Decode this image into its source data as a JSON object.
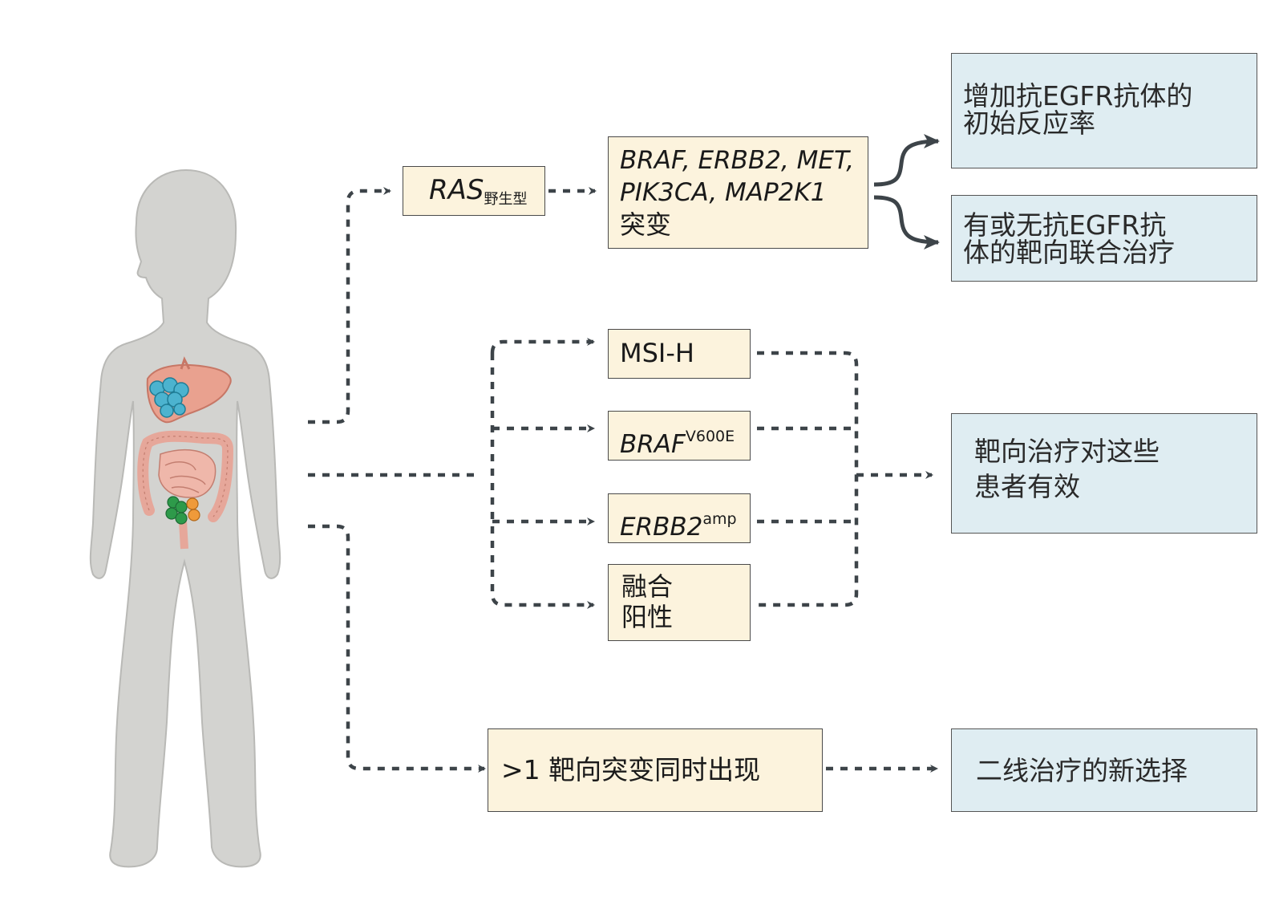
{
  "boxes": {
    "ras": {
      "main": "RAS",
      "sub": "野生型"
    },
    "co_mut": {
      "line1": "BRAF, ERBB2, MET,",
      "line2": "PIK3CA, MAP2K1",
      "line3": "突变"
    },
    "msi": {
      "text": "MSI-H"
    },
    "braf": {
      "main": "BRAF",
      "sup": "V600E"
    },
    "erbb2": {
      "main": "ERBB2",
      "sup": "amp"
    },
    "fusion": {
      "line1": "融合",
      "line2": "阳性"
    },
    "multi": {
      "text": ">1 靶向突变同时出现"
    }
  },
  "outcomes": {
    "egfr_response": {
      "line1": "增加抗EGFR抗体的",
      "line2": "初始反应率"
    },
    "combo": {
      "line1": "有或无抗EGFR抗",
      "line2": "体的靶向联合治疗"
    },
    "effective": {
      "line1": "靶向治疗对这些",
      "line2": "患者有效"
    },
    "second_line": {
      "text": "二线治疗的新选择"
    }
  },
  "colors": {
    "yellow_box": "#fcf3dd",
    "blue_box": "#dfedf2",
    "arrow": "#3d4449",
    "body": "#d3d3d0",
    "liver": "#e9a18f",
    "tumor_blue": "#4cb3cf",
    "tumor_green": "#2e9a4a",
    "tumor_orange": "#ef9a3a"
  },
  "icons": [
    "human-body-icon",
    "liver-icon",
    "intestine-icon"
  ]
}
